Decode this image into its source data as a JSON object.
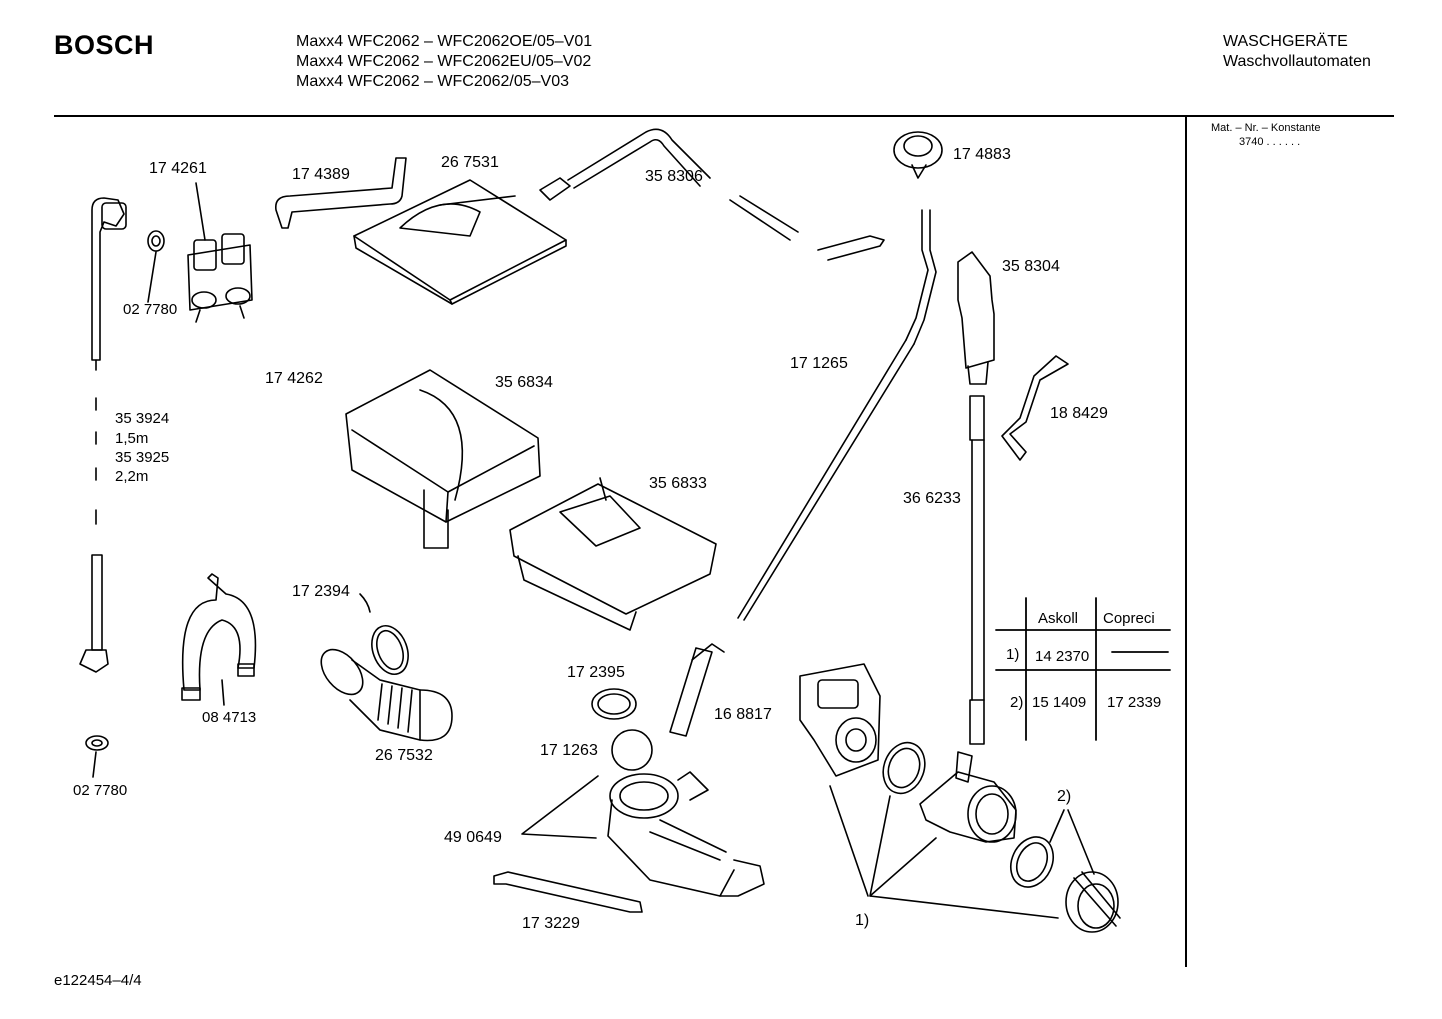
{
  "header": {
    "brand": "BOSCH",
    "models": [
      "Maxx4 WFC2062 – WFC2062OE/05–V01",
      "Maxx4 WFC2062 – WFC2062EU/05–V02",
      "Maxx4 WFC2062 – WFC2062/05–V03"
    ],
    "category": [
      "WASCHGERÄTE",
      "Waschvollautomaten"
    ]
  },
  "sidebar": {
    "mat_label": "Mat. – Nr. – Konstante",
    "mat_value": "3740 . . . . . ."
  },
  "footer": {
    "code": "e122454–4/4"
  },
  "parts": {
    "p174261": "17 4261",
    "p174389": "17 4389",
    "p267531": "26 7531",
    "p358306": "35 8306",
    "p174883": "17 4883",
    "p027780a": "02 7780",
    "p174262": "17 4262",
    "p356834": "35 6834",
    "p171265": "17 1265",
    "p358304": "35 8304",
    "p188429": "18 8429",
    "p353924": "35 3924",
    "len15": "1,5m",
    "p353925": "35 3925",
    "len22": "2,2m",
    "p356833": "35 6833",
    "p366233": "36 6233",
    "p172394": "17 2394",
    "p172395": "17 2395",
    "p168817": "16 8817",
    "p084713": "08 4713",
    "p267532": "26 7532",
    "p171263": "17 1263",
    "p027780b": "02 7780",
    "p490649": "49 0649",
    "p173229": "17 3229",
    "ref1": "1)",
    "ref2": "2)"
  },
  "table": {
    "headers": [
      "Askoll",
      "Copreci"
    ],
    "rows": [
      {
        "ref": "1)",
        "askoll": "14 2370",
        "copreci": ""
      },
      {
        "ref": "2)",
        "askoll": "15 1409",
        "copreci": "17 2339"
      }
    ]
  }
}
